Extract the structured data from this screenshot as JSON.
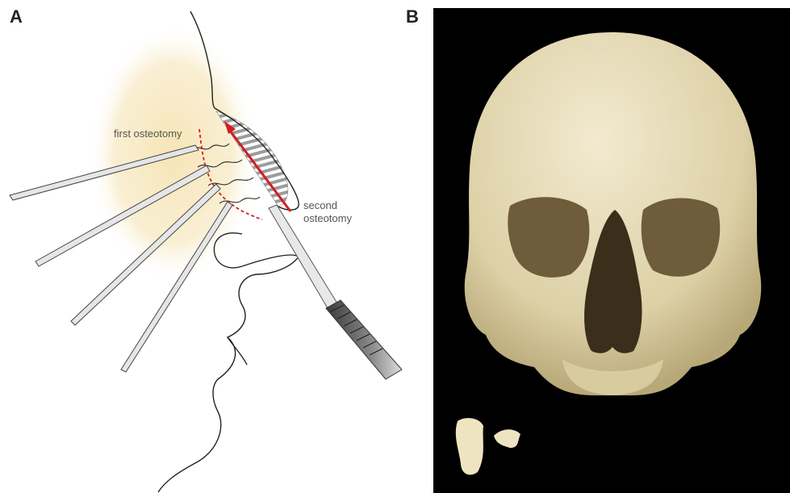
{
  "panels": {
    "a": {
      "label": "A"
    },
    "b": {
      "label": "B"
    }
  },
  "annotations": {
    "first_osteotomy": "first osteotomy",
    "second_osteotomy": "second osteotomy"
  },
  "colors": {
    "skin_glow": "#f7e7bd",
    "cut_line": "#d21e1e",
    "hump": "#9a9a9a",
    "outline": "#222222",
    "bone": "#e8ddb8",
    "photo_background": "#000000"
  }
}
